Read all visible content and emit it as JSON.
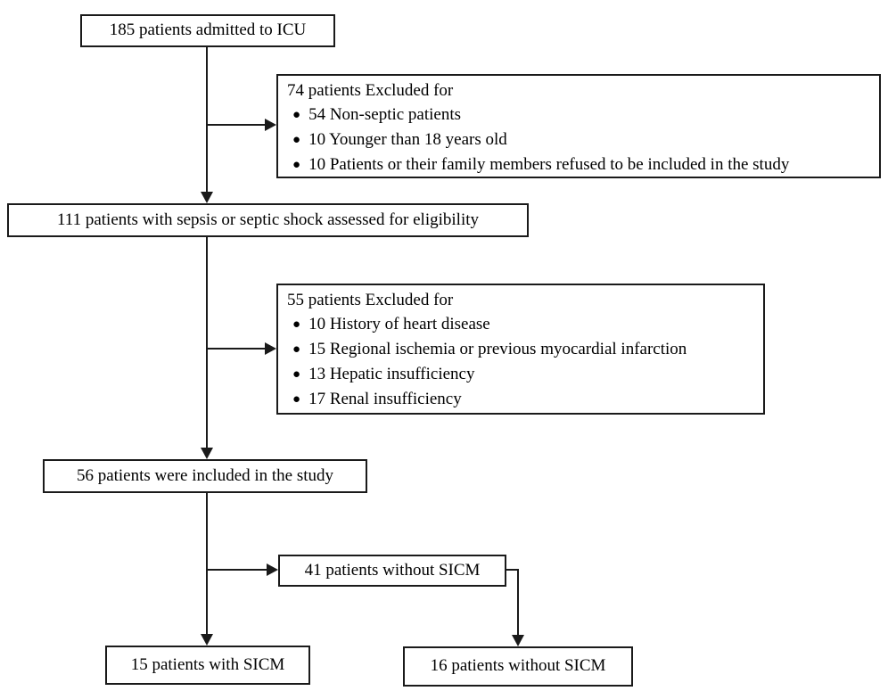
{
  "flow": {
    "bullet_glyph": "●",
    "colors": {
      "line": "#1a1a1a",
      "background": "#ffffff",
      "text": "#000000"
    },
    "admitted": {
      "label": "185 patients admitted to ICU"
    },
    "excluded_icu": {
      "title": "74 patients Excluded for",
      "items": [
        "54 Non-septic patients",
        "10 Younger than 18 years old",
        "10 Patients or their family members refused to be included in the study"
      ]
    },
    "eligibility": {
      "label": "111 patients with sepsis or septic shock assessed for eligibility"
    },
    "excluded_eligibility": {
      "title": "55 patients Excluded for",
      "items": [
        "10 History of heart disease",
        "15 Regional ischemia or previous myocardial infarction",
        "13 Hepatic insufficiency",
        "17 Renal insufficiency"
      ]
    },
    "included": {
      "label": "56 patients were included in the study"
    },
    "no_sicm_initial": {
      "label": "41 patients without SICM"
    },
    "with_sicm": {
      "label": "15 patients with SICM"
    },
    "without_sicm": {
      "label": "16 patients without SICM"
    }
  }
}
